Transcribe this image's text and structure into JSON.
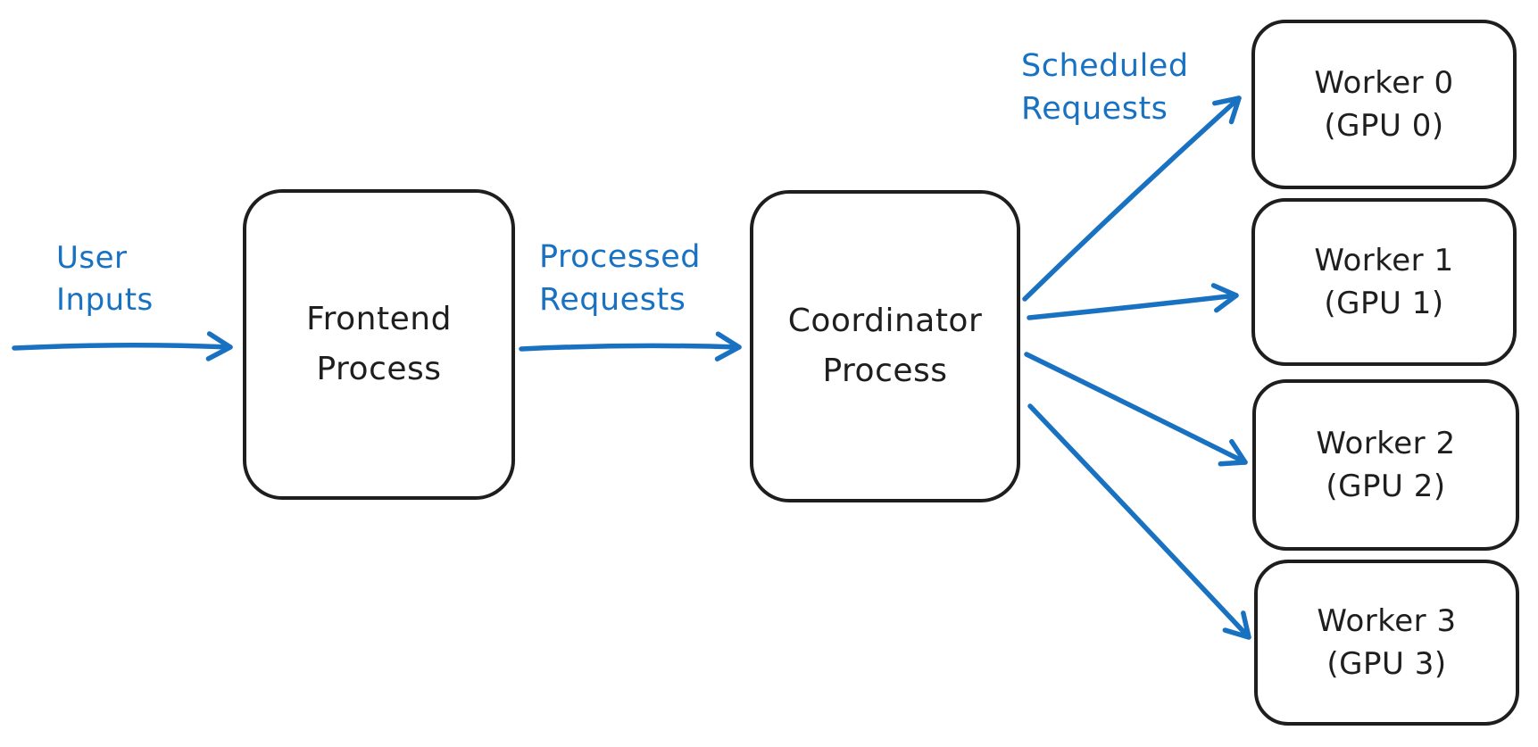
{
  "canvas": {
    "background": "#ffffff",
    "accent_blue": "#1971c2",
    "ink_black": "#1e1e1e"
  },
  "nodes": {
    "frontend": {
      "line1": "Frontend",
      "line2": "Process"
    },
    "coordinator": {
      "line1": "Coordinator",
      "line2": "Process"
    },
    "workers": [
      {
        "line1": "Worker 0",
        "line2": "(GPU 0)"
      },
      {
        "line1": "Worker 1",
        "line2": "(GPU 1)"
      },
      {
        "line1": "Worker 2",
        "line2": "(GPU 2)"
      },
      {
        "line1": "Worker 3",
        "line2": "(GPU 3)"
      }
    ]
  },
  "edge_labels": {
    "user_inputs": {
      "line1": "User",
      "line2": "Inputs"
    },
    "processed_requests": {
      "line1": "Processed",
      "line2": "Requests"
    },
    "scheduled_requests": {
      "line1": "Scheduled",
      "line2": "Requests"
    }
  }
}
